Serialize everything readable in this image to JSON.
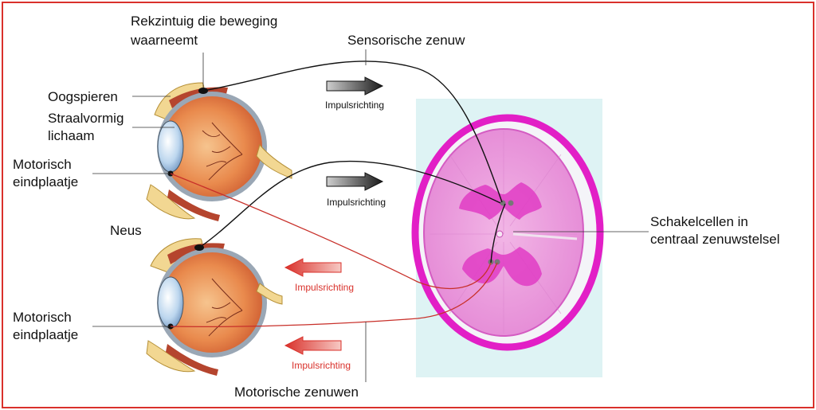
{
  "labels": {
    "receptor_line1": "Rekzintuig die beweging",
    "receptor_line2": "waarneemt",
    "oogspieren": "Oogspieren",
    "straalvormig_line1": "Straalvormig",
    "straalvormig_line2": "lichaam",
    "motorisch1_line1": "Motorisch",
    "motorisch1_line2": "eindplaatje",
    "neus": "Neus",
    "motorisch2_line1": "Motorisch",
    "motorisch2_line2": "eindplaatje",
    "sensorische_zenuw": "Sensorische zenuw",
    "schakelcellen_line1": "Schakelcellen in",
    "schakelcellen_line2": "centraal zenuwstelsel",
    "motorische_zenuwen": "Motorische zenuwen"
  },
  "arrows": {
    "impuls_1": "Impulsrichting",
    "impuls_2": "Impulsrichting",
    "impuls_3": "Impulsrichting",
    "impuls_4": "Impulsrichting"
  },
  "colors": {
    "border": "#d9312b",
    "motor_nerve": "#c8302a",
    "sensory_nerve": "#111111",
    "spinal_tissue": "#e887d8",
    "spinal_border": "#e21fc6",
    "gray_matter": "#e03cc4",
    "slide_background": "#def3f4"
  }
}
